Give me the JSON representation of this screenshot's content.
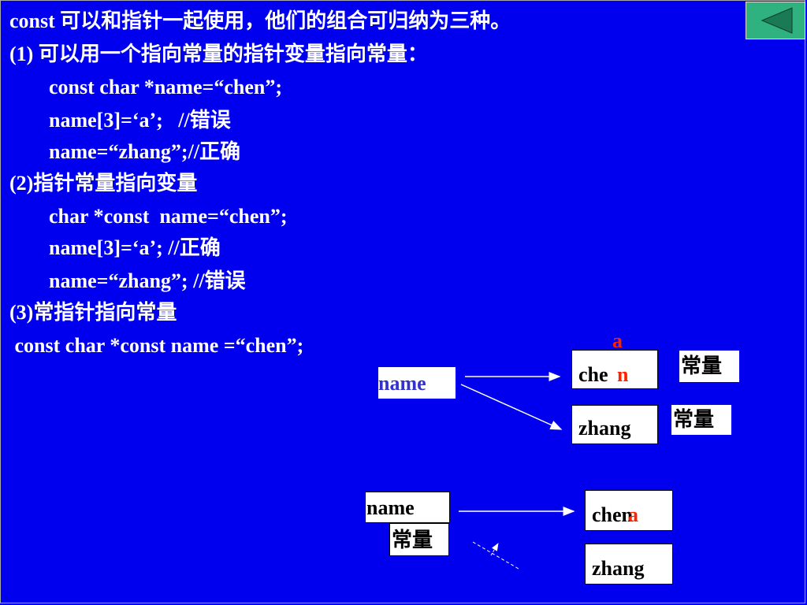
{
  "lines": [
    "const 可以和指针一起使用，他们的组合可归纳为三种。",
    "(1) 可以用一个指向常量的指针变量指向常量：",
    "const char *name=“chen”;",
    "name[3]=‘a’;   //错误",
    "name=“zhang”;//正确",
    "(2)指针常量指向变量",
    "char *const  name=“chen”;",
    "name[3]=‘a’; //正确",
    "name=“zhang”; //错误",
    "(3)常指针指向常量",
    " const char *const name =“chen”;"
  ],
  "diagram1": {
    "pointer_label": "name",
    "target1_text": "che",
    "target1_overlay": "n",
    "overlay_above": "a",
    "target1_tag": "常量",
    "target2_text": "zhang",
    "target2_tag": "常量"
  },
  "diagram2": {
    "pointer_label": "name",
    "pointer_tag": "常量",
    "target1_text": "chen",
    "target1_overlay": "a",
    "target2_text": "zhang"
  },
  "colors": {
    "background": "#0000EE",
    "text": "#ffffff",
    "highlight": "#ff2200",
    "nav_button": "#2fb27f"
  },
  "icons": {
    "nav": "back-arrow-icon"
  }
}
